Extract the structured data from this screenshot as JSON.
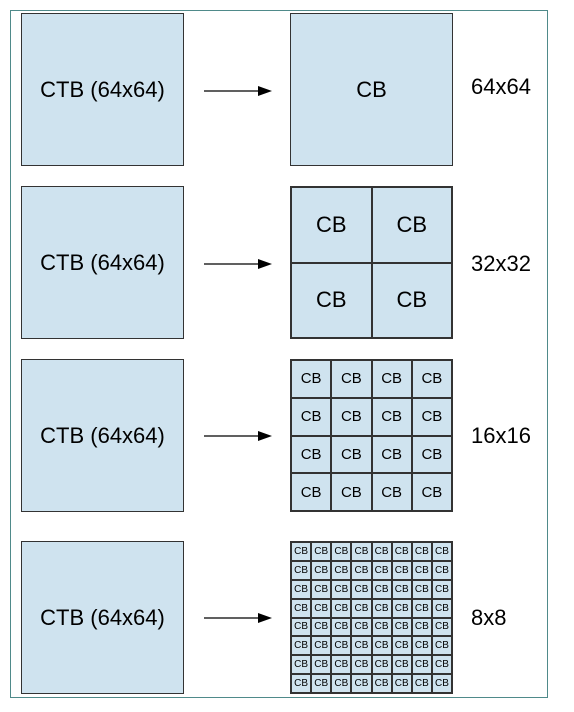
{
  "rows": [
    {
      "ctb_label": "CTB (64x64)",
      "cb_label": "CB",
      "size_label": "64x64",
      "grid": 1
    },
    {
      "ctb_label": "CTB (64x64)",
      "cb_label": "CB",
      "size_label": "32x32",
      "grid": 2
    },
    {
      "ctb_label": "CTB (64x64)",
      "cb_label": "CB",
      "size_label": "16x16",
      "grid": 4
    },
    {
      "ctb_label": "CTB (64x64)",
      "cb_label": "CB",
      "size_label": "8x8",
      "grid": 8
    }
  ],
  "colors": {
    "block_fill": "#cfe3ef",
    "border": "#333333",
    "frame": "#4f8a8a"
  }
}
